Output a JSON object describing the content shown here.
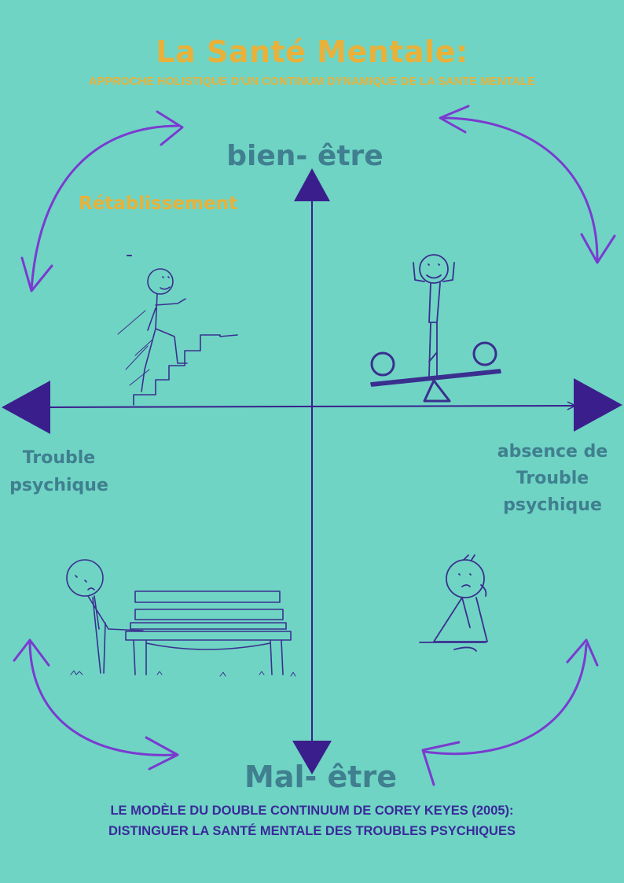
{
  "header": {
    "title": "La Santé Mentale:",
    "subtitle": "APPROCHE HOLISTIQUE D'UN CONTINUM DYNAMIQUE DE LA SANTE MENTALE"
  },
  "axes": {
    "top": "bien- être",
    "bottom": "Mal- être",
    "left_line1": "Trouble",
    "left_line2": "psychique",
    "right_line1": "absence de",
    "right_line2": "Trouble",
    "right_line3": "psychique"
  },
  "quadrants": {
    "top_left_label": "Rétablissement"
  },
  "footer": {
    "line1": "LE MODÈLE DU DOUBLE CONTINUUM DE COREY KEYES (2005):",
    "line2": "DISTINGUER LA SANTÉ MENTALE DES TROUBLES PSYCHIQUES"
  },
  "colors": {
    "background": "#6fd4c4",
    "title": "#e8b13a",
    "axis": "#3a1f8c",
    "arrows": "#7a3bd0",
    "labels": "#3f7f8f",
    "drawing": "#3a2f8f"
  }
}
